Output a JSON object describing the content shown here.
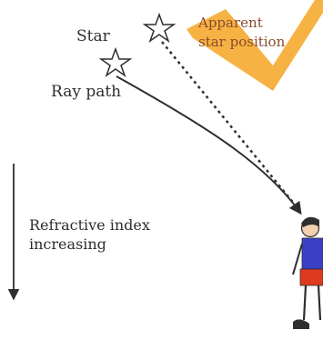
{
  "labels": {
    "star": "Star",
    "apparent_line1": "Apparent",
    "apparent_line2": "star position",
    "ray_path": "Ray path",
    "refractive_line1": "Refractive index",
    "refractive_line2": "increasing"
  },
  "colors": {
    "ink": "#2e2e2e",
    "watermark": "#f5a623",
    "shirt": "#3b3fc4",
    "shorts": "#e03a1e",
    "skin": "#f2cfae"
  }
}
